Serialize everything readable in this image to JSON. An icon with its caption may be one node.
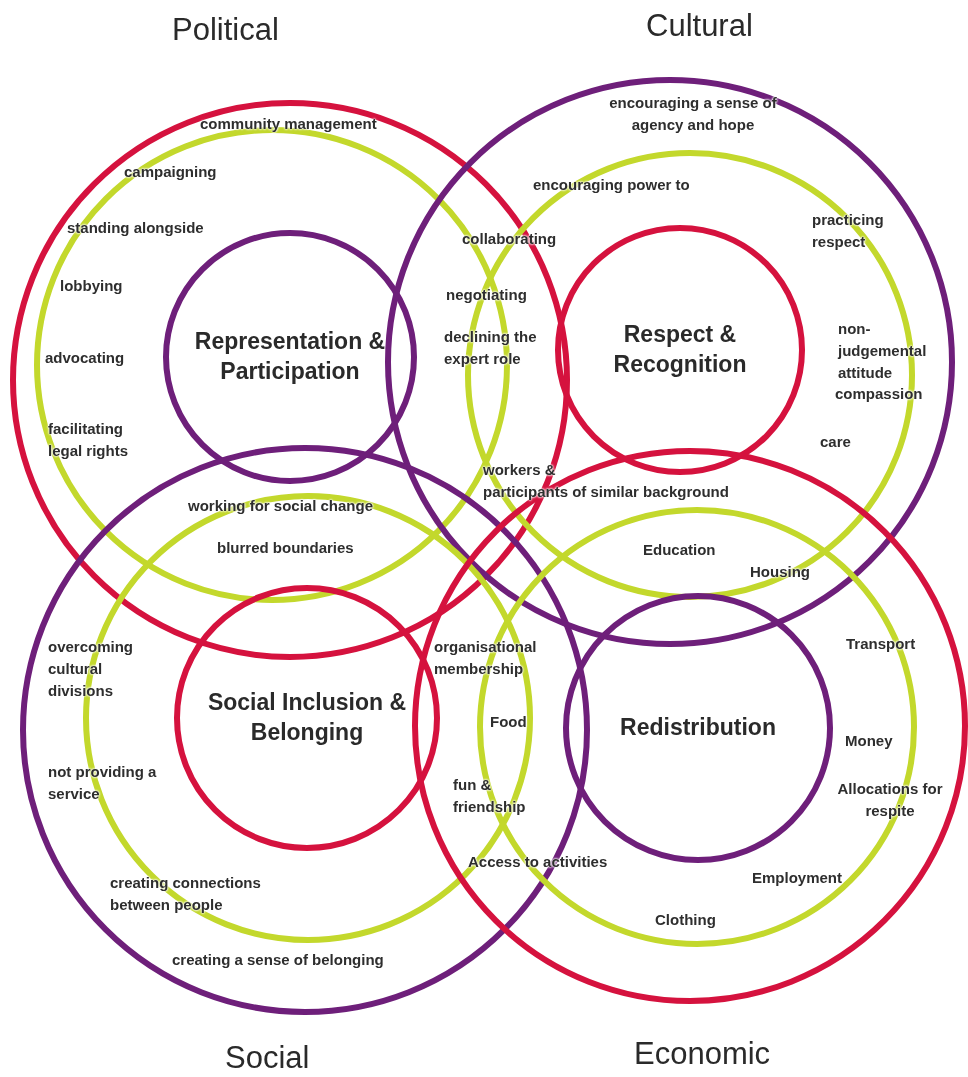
{
  "diagram": {
    "nodes": [
      {
        "text": [
          "Political"
        ]
      },
      {
        "text": [],
        "shape": "circle",
        "in": 0
      },
      {
        "text": [
          "Representation & Participation"
        ],
        "in": 1
      },
      {
        "text": [
          "Cultural"
        ]
      },
      {
        "text": [],
        "shape": "circle",
        "in": 3
      },
      {
        "text": [
          "Respect & Recognition"
        ],
        "in": 4
      },
      {
        "text": [
          "Social"
        ]
      },
      {
        "text": [],
        "shape": "circle",
        "in": 6
      },
      {
        "text": [
          "Social Inclusion & Belonging"
        ],
        "in": 7
      },
      {
        "text": [
          "Economic"
        ]
      },
      {
        "text": [],
        "shape": "circle",
        "in": 9
      },
      {
        "text": [
          "Redistribution"
        ],
        "in": 10
      }
    ],
    "edges": [],
    "labels": [
      "community management",
      "encouraging a sense of agency and hope",
      "campaigning",
      "encouraging power to",
      "practicing respect",
      "standing alongside",
      "collaborating",
      "lobbying",
      "negotiating",
      "non-judgemental attitude",
      "declining the expert role",
      "advocating",
      "compassion",
      "facilitating legal rights",
      "care",
      "workers &",
      "participants of similar background",
      "working for social change",
      "blurred boundaries",
      "Education",
      "Housing",
      "Transport",
      "overcoming cultural divisions",
      "organisational membership",
      "Food",
      "Money",
      "not providing a service",
      "fun & friendship",
      "Allocations for respite",
      "Access to activities",
      "Employment",
      "creating connections between people",
      "Clothing",
      "creating a sense of belonging"
    ]
  }
}
